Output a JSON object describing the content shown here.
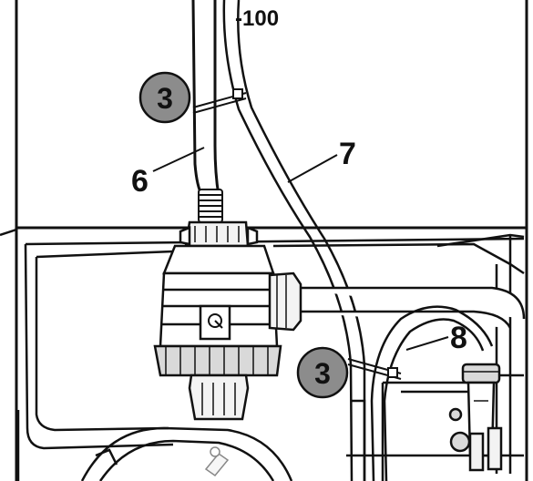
{
  "scale_label": "-100",
  "callouts": [
    {
      "id": "6",
      "label": "6"
    },
    {
      "id": "7",
      "label": "7"
    },
    {
      "id": "8",
      "label": "8"
    }
  ],
  "badges": [
    {
      "id": "a",
      "label": "3"
    },
    {
      "id": "b",
      "label": "3"
    }
  ],
  "colors": {
    "line": "#111111",
    "badge_fill": "#8c8c8c",
    "light_fill": "#f3f3f3",
    "mid_fill": "#d9d9d9",
    "background": "#ffffff"
  }
}
